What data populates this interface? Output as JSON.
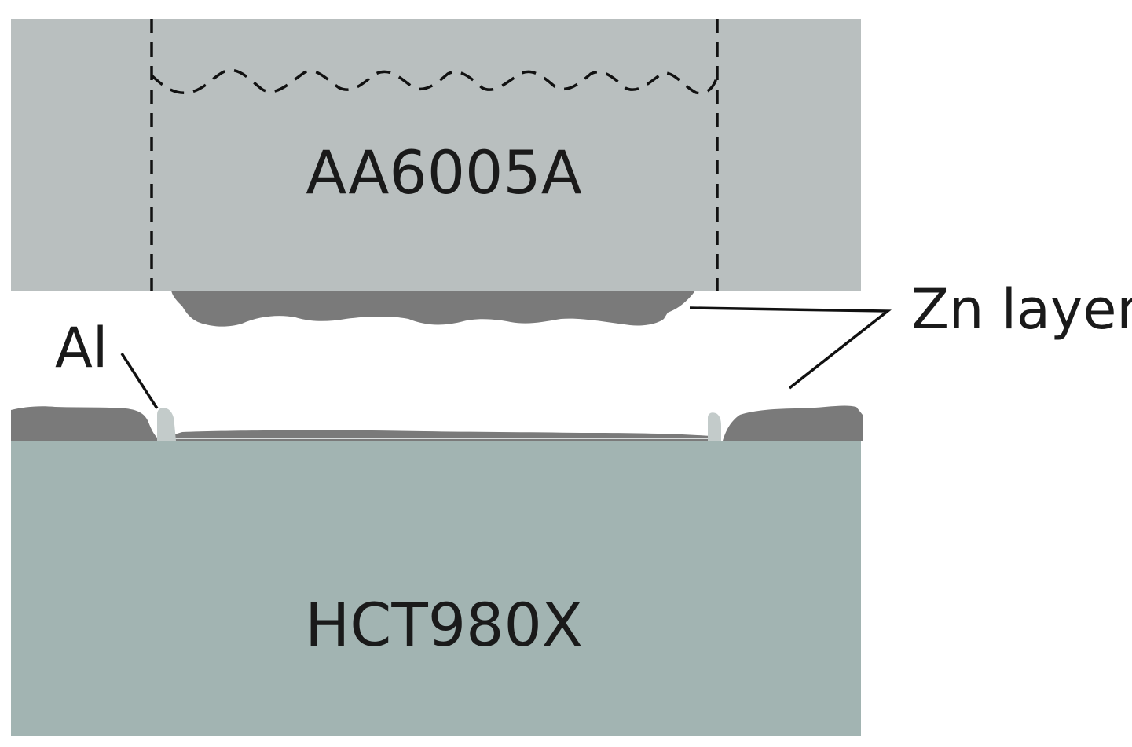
{
  "labels": {
    "top_material": "AA6005A",
    "bottom_material": "HCT980X",
    "zn_layer": "Zn layer",
    "al": "Al"
  },
  "colors": {
    "top_plate": "#b9bfbf",
    "bottom_plate": "#a2b4b2",
    "zn_layer": "#7a7a7a",
    "al_residue": "#c3cbca",
    "outline": "#111111",
    "background": "#ffffff"
  }
}
